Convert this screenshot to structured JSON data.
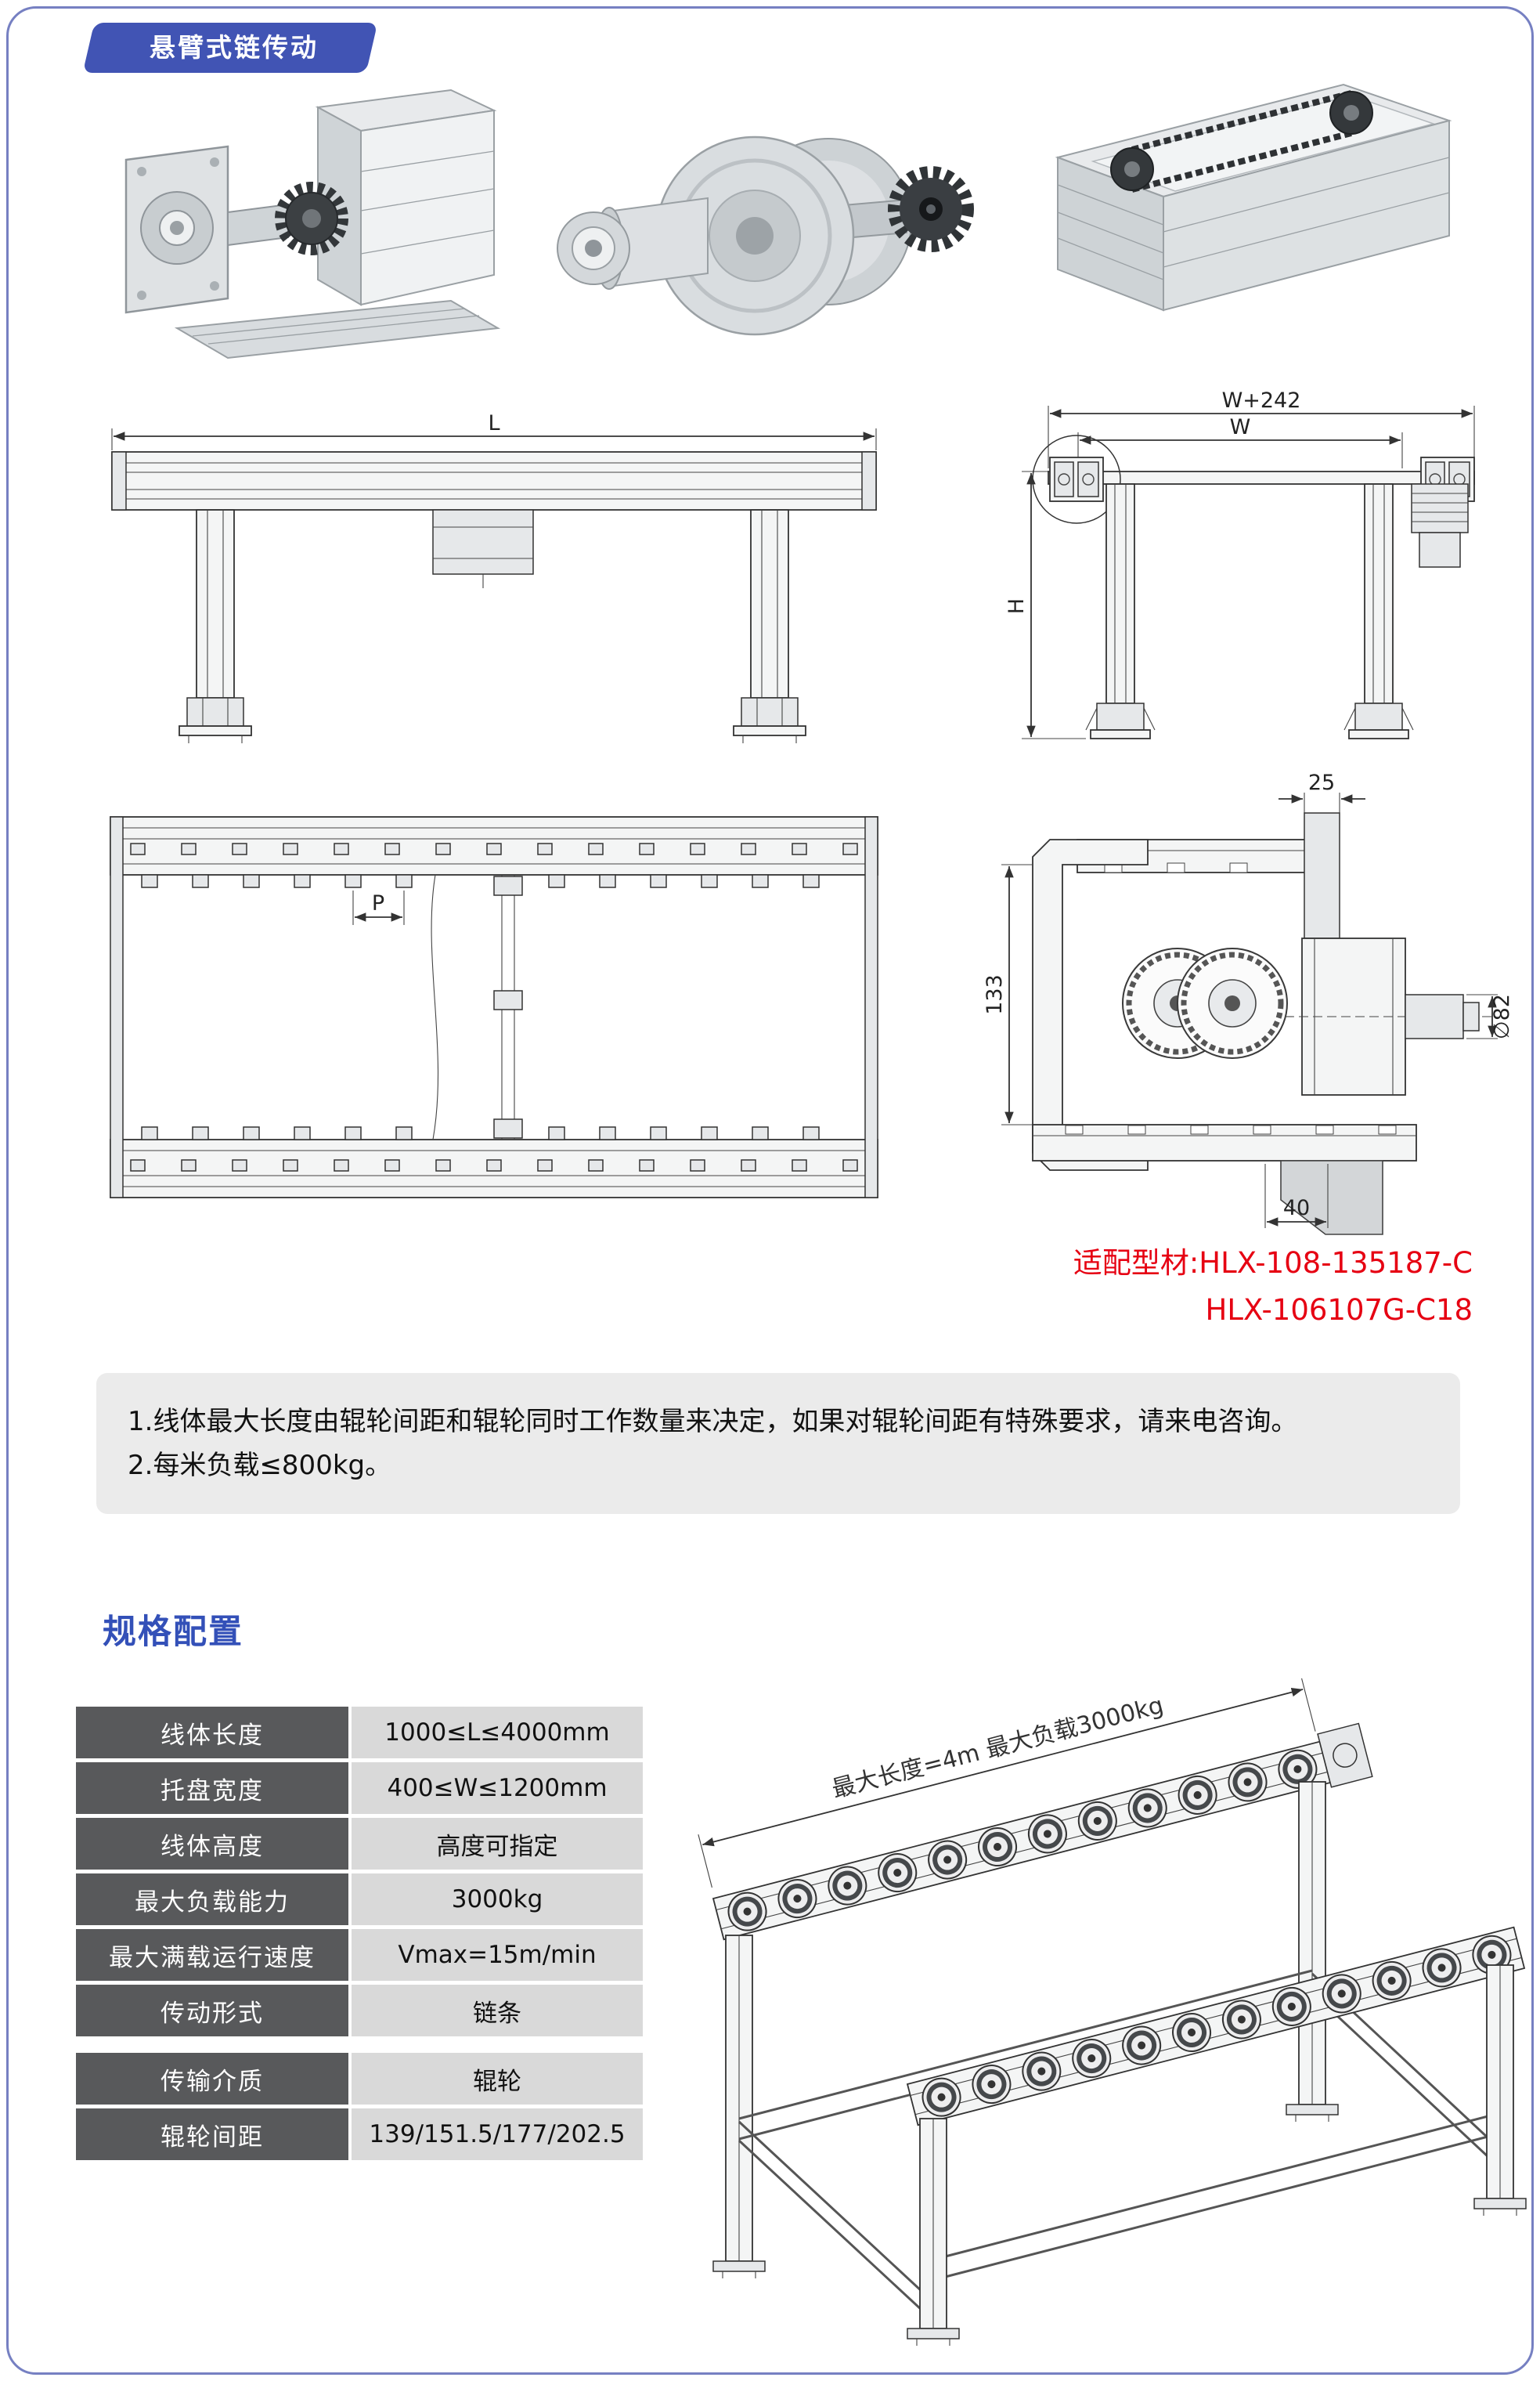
{
  "header": {
    "badge": "悬臂式链传动"
  },
  "drawings": {
    "front_view": {
      "length_label": "L"
    },
    "side_view": {
      "outer_width_label": "W+242",
      "width_label": "W",
      "height_label": "H"
    },
    "plan_view": {
      "pitch_label": "P"
    },
    "section_view": {
      "top_offset": "25",
      "height": "133",
      "diameter": "∅82",
      "bottom_offset": "40"
    },
    "iso_view": {
      "annotation": "最大长度=4m  最大负载3000kg"
    }
  },
  "compatibility": {
    "line1": "适配型材:HLX-108-135187-C",
    "line2": "HLX-106107G-C18"
  },
  "notes": {
    "line1": "1.线体最大长度由辊轮间距和辊轮同时工作数量来决定，如果对辊轮间距有特殊要求，请来电咨询。",
    "line2": "2.每米负载≤800kg。"
  },
  "section_title": "规格配置",
  "spec_table": {
    "rows": [
      {
        "label": "线体长度",
        "value": "1000≤L≤4000mm"
      },
      {
        "label": "托盘宽度",
        "value": "400≤W≤1200mm"
      },
      {
        "label": "线体高度",
        "value": "高度可指定"
      },
      {
        "label": "最大负载能力",
        "value": "3000kg"
      },
      {
        "label": "最大满载运行速度",
        "value": "Vmax=15m/min"
      },
      {
        "label": "传动形式",
        "value": "链条"
      },
      {
        "label": "传输介质",
        "value": "辊轮"
      },
      {
        "label": "辊轮间距",
        "value": "139/151.5/177/202.5"
      }
    ]
  },
  "colors": {
    "badge_blue": "#4154b4",
    "title_blue": "#3350b8",
    "accent_red": "#e60012",
    "table_header_bg": "#58595b",
    "table_value_bg": "#d9d9d9",
    "notes_bg": "#ebebeb",
    "page_border": "#7680c2"
  }
}
